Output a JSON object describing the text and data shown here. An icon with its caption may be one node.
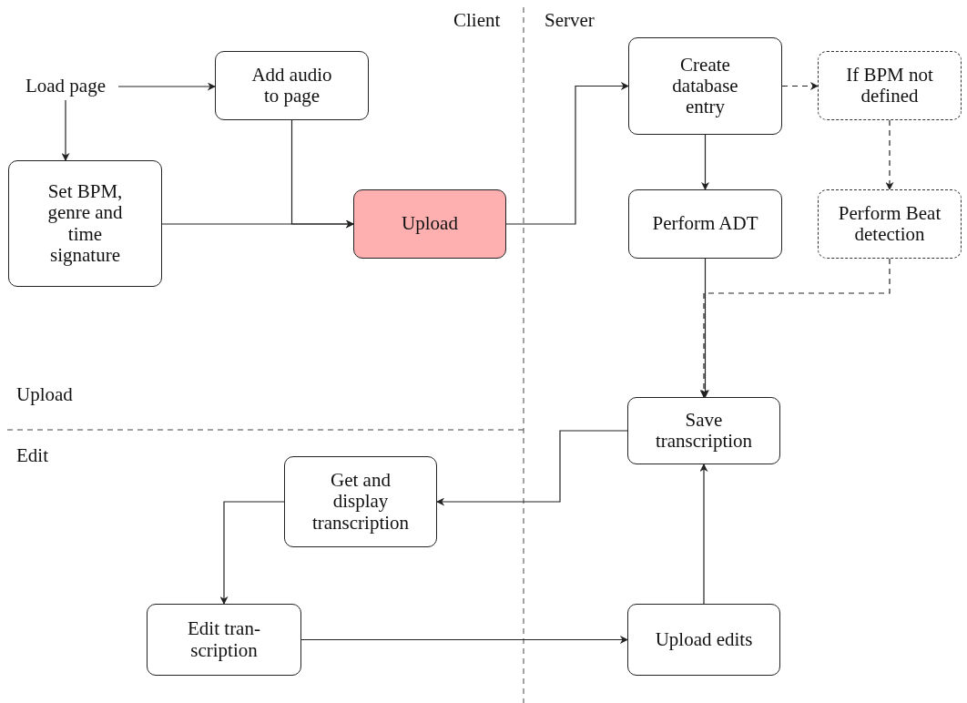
{
  "diagram": {
    "nodes": [
      {
        "text": [
          "Load page"
        ]
      },
      {
        "text": [
          "Add audio to page"
        ]
      },
      {
        "text": [
          "Set BPM, genre and time signature"
        ]
      },
      {
        "text": [
          "Upload"
        ]
      },
      {
        "text": [
          "Create database entry"
        ]
      },
      {
        "text": [
          "If BPM not defined"
        ]
      },
      {
        "text": [
          "Perform ADT"
        ]
      },
      {
        "text": [
          "Perform Beat detection"
        ]
      },
      {
        "text": [
          "Save transcription"
        ]
      },
      {
        "text": [
          "Get and display transcription"
        ]
      },
      {
        "text": [
          "Edit tran- scription"
        ]
      },
      {
        "text": [
          "Upload edits"
        ]
      }
    ],
    "edges": [
      {
        "from": 0,
        "to": 1,
        "arrow": "to"
      },
      {
        "from": 0,
        "to": 2,
        "arrow": "to"
      },
      {
        "from": 1,
        "to": 3,
        "arrow": "to"
      },
      {
        "from": 2,
        "to": 3,
        "arrow": "to"
      },
      {
        "from": 3,
        "to": 4,
        "arrow": "to"
      },
      {
        "from": 4,
        "to": 5,
        "arrow": "to",
        "style": "dashed"
      },
      {
        "from": 4,
        "to": 6,
        "arrow": "to"
      },
      {
        "from": 5,
        "to": 7,
        "arrow": "to",
        "style": "dashed"
      },
      {
        "from": 7,
        "to": 8,
        "arrow": "to",
        "style": "dashed"
      },
      {
        "from": 6,
        "to": 8,
        "arrow": "to"
      },
      {
        "from": 8,
        "to": 9,
        "arrow": "to"
      },
      {
        "from": 9,
        "to": 10,
        "arrow": "to"
      },
      {
        "from": 10,
        "to": 11,
        "arrow": "to"
      },
      {
        "from": 11,
        "to": 8,
        "arrow": "to"
      }
    ],
    "labels": [
      "Client",
      "Server",
      "Upload",
      "Edit"
    ]
  }
}
